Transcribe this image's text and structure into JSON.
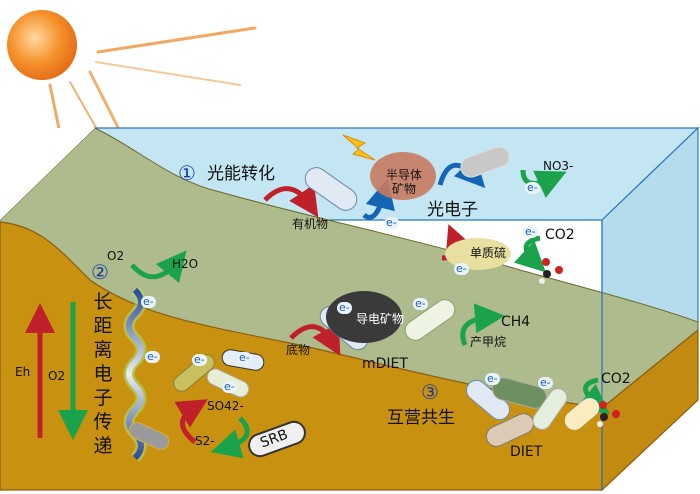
{
  "sections": [
    {
      "number": "①",
      "title": "光能转化"
    },
    {
      "number": "②",
      "title": "长距离电子传递"
    },
    {
      "number": "③",
      "title": "互营共生"
    }
  ],
  "labels": {
    "organic_matter": "有机物",
    "semiconductor_mineral": "半导体矿物",
    "photoelectron": "光电子",
    "nitrate": "NO3-",
    "co2_top": "CO2",
    "elemental_sulfur": "单质硫",
    "o2": "O2",
    "h2o": "H2O",
    "substrate": "底物",
    "conductive_mineral": "导电矿物",
    "mdiet": "mDIET",
    "ch4": "CH4",
    "methanogenesis": "产甲烷",
    "co2_bottom": "CO2",
    "diet": "DIET",
    "eh": "Eh",
    "o2_gradient": "O2",
    "sulfate": "SO42-",
    "sulfide": "S2-",
    "srb": "SRB",
    "electron": "e-"
  },
  "colors": {
    "water": "#bfe3f0",
    "sediment_surface": "#a9b98a",
    "sediment": "#c8910f",
    "red_arrow": "#c0202a",
    "green_arrow": "#1aa34a",
    "blue_arrow": "#1565b5"
  }
}
